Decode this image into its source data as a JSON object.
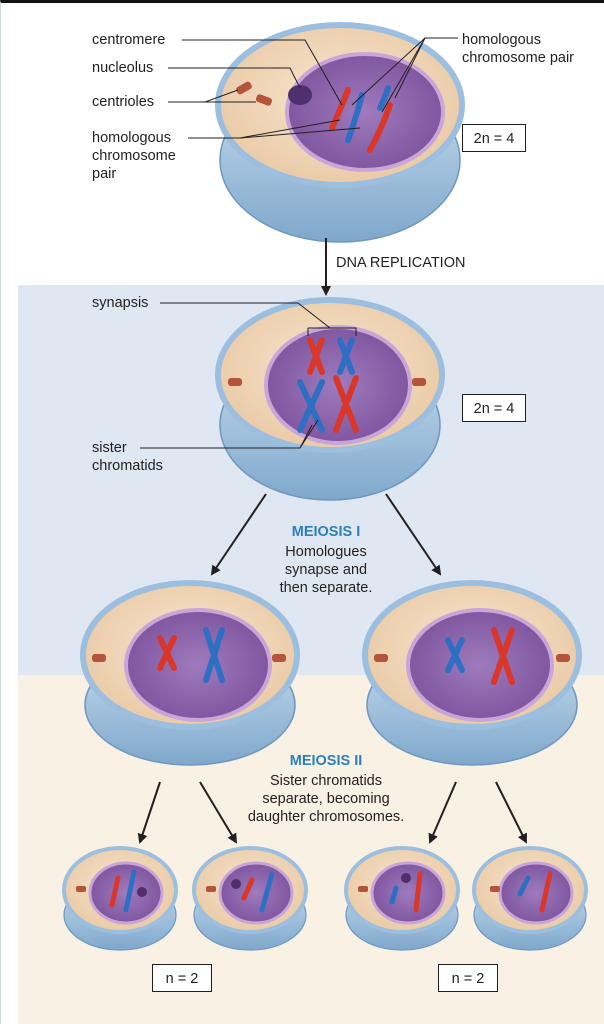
{
  "labels": {
    "centromere": "centromere",
    "nucleolus": "nucleolus",
    "centrioles": "centrioles",
    "homologous_pair_left": "homologous\nchromosome\npair",
    "homologous_pair_right": "homologous\nchromosome pair",
    "synapsis": "synapsis",
    "sister_chromatids": "sister\nchromatids",
    "dna_replication": "DNA REPLICATION"
  },
  "meiosis_1": {
    "title": "MEIOSIS I",
    "description": "Homologues\nsynapse and\nthen separate."
  },
  "meiosis_2": {
    "title": "MEIOSIS II",
    "description": "Sister chromatids\nseparate, becoming\ndaughter chromosomes."
  },
  "ploidy": {
    "parent": "2n = 4",
    "replicated": "2n = 4",
    "daughters_left": "n = 2",
    "daughters_right": "n = 2"
  },
  "colors": {
    "paternal_chromosome": "#d9372a",
    "maternal_chromosome": "#2f6fc3",
    "nucleus": "#8a5fa8",
    "cytoplasm": "#f2dcc0",
    "membrane": "#a9c9e6",
    "heading": "#2a7fc0",
    "meiosis_1_background": "#dfe7f3",
    "meiosis_2_background": "#f9f1e4"
  }
}
